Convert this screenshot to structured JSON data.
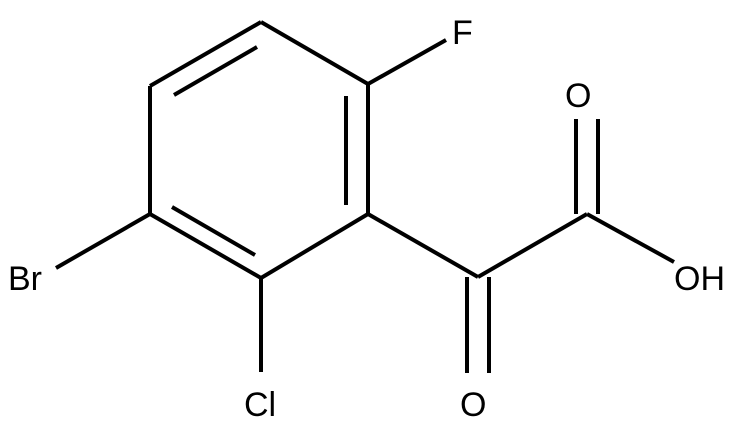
{
  "diagram": {
    "type": "chemical-structure",
    "colors": {
      "background": "#ffffff",
      "bond": "#000000",
      "label": "#000000"
    },
    "atoms": [
      {
        "id": "F",
        "label": "F"
      },
      {
        "id": "O_top",
        "label": "O"
      },
      {
        "id": "OH",
        "label": "OH"
      },
      {
        "id": "Br",
        "label": "Br"
      },
      {
        "id": "Cl",
        "label": "Cl"
      },
      {
        "id": "O_bottom",
        "label": "O"
      }
    ]
  }
}
